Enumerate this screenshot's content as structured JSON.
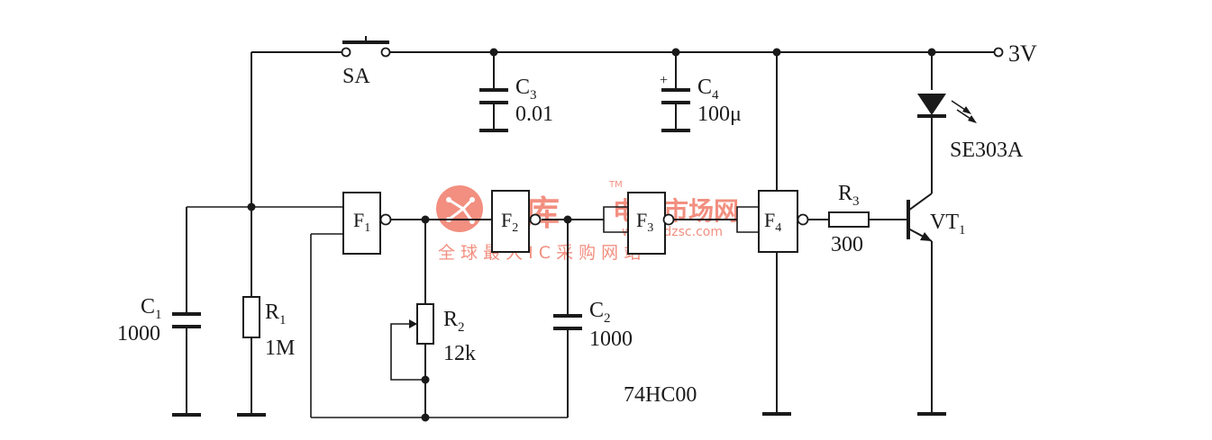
{
  "labels": {
    "sa": "SA",
    "supply": "3V",
    "c3_name": "C",
    "c3_sub": "3",
    "c3_value": "0.01",
    "c4_name": "C",
    "c4_sub": "4",
    "c4_value": "100μ",
    "c4_polarity": "+",
    "led": "SE303A",
    "c1_name": "C",
    "c1_sub": "1",
    "c1_value": "1000",
    "r1_name": "R",
    "r1_sub": "1",
    "r1_value": "1M",
    "f1_name": "F",
    "f1_sub": "1",
    "f2_name": "F",
    "f2_sub": "2",
    "f3_name": "F",
    "f3_sub": "3",
    "f4_name": "F",
    "f4_sub": "4",
    "r2_name": "R",
    "r2_sub": "2",
    "r2_value": "12k",
    "c2_name": "C",
    "c2_sub": "2",
    "c2_value": "1000",
    "r3_name": "R",
    "r3_sub": "3",
    "r3_value": "300",
    "vt_name": "VT",
    "vt_sub": "1",
    "ic": "74HC00"
  },
  "watermark": {
    "brand": "维库",
    "tm": "TM",
    "title": "电子市场网",
    "url": "www.bdzsc.com",
    "slogan": "全 球 最 大 I C 采 购 网 站",
    "color": "#f07c6a"
  }
}
